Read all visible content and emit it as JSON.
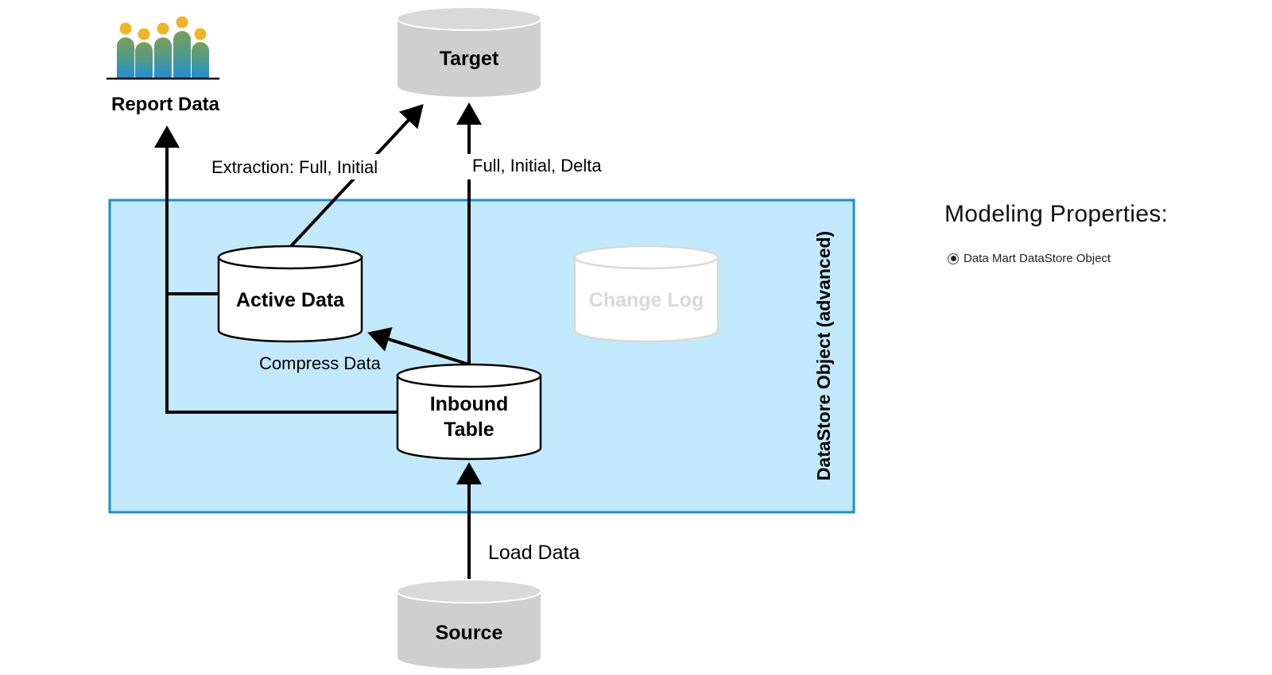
{
  "diagram": {
    "report_data_label": "Report Data",
    "target_label": "Target",
    "source_label": "Source",
    "active_data_label": "Active Data",
    "change_log_label": "Change Log",
    "inbound_table_label_line1": "Inbound",
    "inbound_table_label_line2": "Table",
    "container_label": "DataStore Object (advanced)",
    "edge_labels": {
      "extraction": "Extraction: Full, Initial",
      "full_initial_delta": "Full, Initial, Delta",
      "compress": "Compress Data",
      "load": "Load Data"
    },
    "colors": {
      "container_fill": "#c2e9fb",
      "container_border": "#1a8fd0",
      "grey_cylinder": "#cfcfcf",
      "change_log_text": "#d9d9d9",
      "icon_yellow": "#f0b323",
      "icon_green": "#7aa05a",
      "icon_blue": "#1f8fd8"
    }
  },
  "properties_panel": {
    "title": "Modeling Properties:",
    "option_label": "Data Mart DataStore Object",
    "option_selected": true
  }
}
